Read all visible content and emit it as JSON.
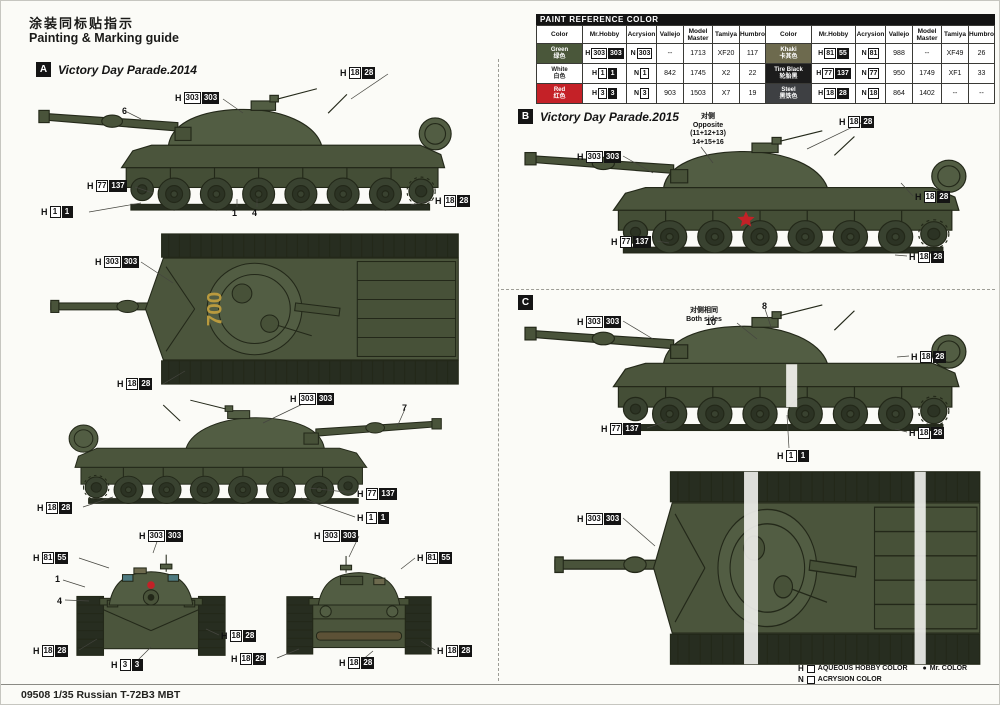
{
  "header": {
    "title_cn": "涂装同标贴指示",
    "title_en": "Painting & Marking guide"
  },
  "sections": {
    "a": {
      "label": "A",
      "title": "Victory Day Parade.2014"
    },
    "b": {
      "label": "B",
      "title": "Victory Day Parade.2015"
    },
    "c": {
      "label": "C"
    }
  },
  "paint_table": {
    "title": "PAINT  REFERENCE COLOR",
    "headers": [
      "Color",
      "Mr.Hobby",
      "Acrysion",
      "Vallejo",
      "Model Master",
      "Tamiya",
      "Humbrol"
    ],
    "rows": [
      {
        "name": "Green",
        "name_cn": "绿色",
        "swatch": "#4a573a",
        "text_color": "#ffffff",
        "hobby_prefix": "H",
        "aqueous": "303",
        "mr": "303",
        "acrysion_prefix": "N",
        "acrysion": "303",
        "vallejo": "--",
        "model_master": "1713",
        "tamiya": "XF20",
        "humbrol": "117"
      },
      {
        "name": "White",
        "name_cn": "白色",
        "swatch": "#ffffff",
        "text_color": "#222222",
        "hobby_prefix": "H",
        "aqueous": "1",
        "mr": "1",
        "acrysion_prefix": "N",
        "acrysion": "1",
        "vallejo": "842",
        "model_master": "1745",
        "tamiya": "X2",
        "humbrol": "22"
      },
      {
        "name": "Red",
        "name_cn": "红色",
        "swatch": "#c42127",
        "text_color": "#ffffff",
        "hobby_prefix": "H",
        "aqueous": "3",
        "mr": "3",
        "acrysion_prefix": "N",
        "acrysion": "3",
        "vallejo": "903",
        "model_master": "1503",
        "tamiya": "X7",
        "humbrol": "19"
      },
      {
        "name": "Khaki",
        "name_cn": "卡其色",
        "swatch": "#6d6a4e",
        "text_color": "#ffffff",
        "hobby_prefix": "H",
        "aqueous": "81",
        "mr": "55",
        "acrysion_prefix": "N",
        "acrysion": "81",
        "vallejo": "988",
        "model_master": "--",
        "tamiya": "XF49",
        "humbrol": "26"
      },
      {
        "name": "Tire Black",
        "name_cn": "轮胎黑",
        "swatch": "#1c1c1c",
        "text_color": "#ffffff",
        "hobby_prefix": "H",
        "aqueous": "77",
        "mr": "137",
        "acrysion_prefix": "N",
        "acrysion": "77",
        "vallejo": "950",
        "model_master": "1749",
        "tamiya": "XF1",
        "humbrol": "33"
      },
      {
        "name": "Steel",
        "name_cn": "黑铁色",
        "swatch": "#3e4043",
        "text_color": "#ffffff",
        "hobby_prefix": "H",
        "aqueous": "18",
        "mr": "28",
        "acrysion_prefix": "N",
        "acrysion": "18",
        "vallejo": "864",
        "model_master": "1402",
        "tamiya": "--",
        "humbrol": "--"
      }
    ]
  },
  "callouts": {
    "green": {
      "prefix": "H",
      "aqueous": "303",
      "mr": "303"
    },
    "white": {
      "prefix": "H",
      "aqueous": "1",
      "mr": "1"
    },
    "red": {
      "prefix": "H",
      "aqueous": "3",
      "mr": "3"
    },
    "khaki": {
      "prefix": "H",
      "aqueous": "81",
      "mr": "55"
    },
    "tire_black": {
      "prefix": "H",
      "aqueous": "77",
      "mr": "137"
    },
    "steel": {
      "prefix": "H",
      "aqueous": "18",
      "mr": "28"
    }
  },
  "part_numbers": [
    "6",
    "1",
    "4",
    "7",
    "1",
    "4",
    "8",
    "10"
  ],
  "annotations": {
    "b_note": [
      "对侧",
      "Opposite",
      "(11+12+13)",
      "14+15+16"
    ],
    "c_note": [
      "对侧相同",
      "Both sides"
    ]
  },
  "markings": {
    "turret_number": "700"
  },
  "legend": {
    "h_prefix": "H",
    "aqueous_label": "AQUEOUS HOBBY COLOR",
    "mr_bullet": "●",
    "mr_label": "Mr. COLOR",
    "n_prefix": "N",
    "acrysion_label": "ACRYSION COLOR"
  },
  "footer": {
    "text": "09508 1/35 Russian T-72B3 MBT"
  },
  "colors": {
    "hull": "#4b553c",
    "turret": "#525d43",
    "skirt": "#444e36",
    "wheel": "#394230",
    "wheel_inner": "#2c3324",
    "track": "#272d20",
    "deck": "#475138",
    "barrel": "#49533a",
    "outline": "#232819",
    "red_star": "#c32127",
    "marking_yellow": "#b99a3e",
    "optic_teal": "#4e7a80",
    "khaki_part": "#6d6a4e",
    "log_brown": "#5c5136",
    "stripe_white": "#f2f2ee"
  }
}
